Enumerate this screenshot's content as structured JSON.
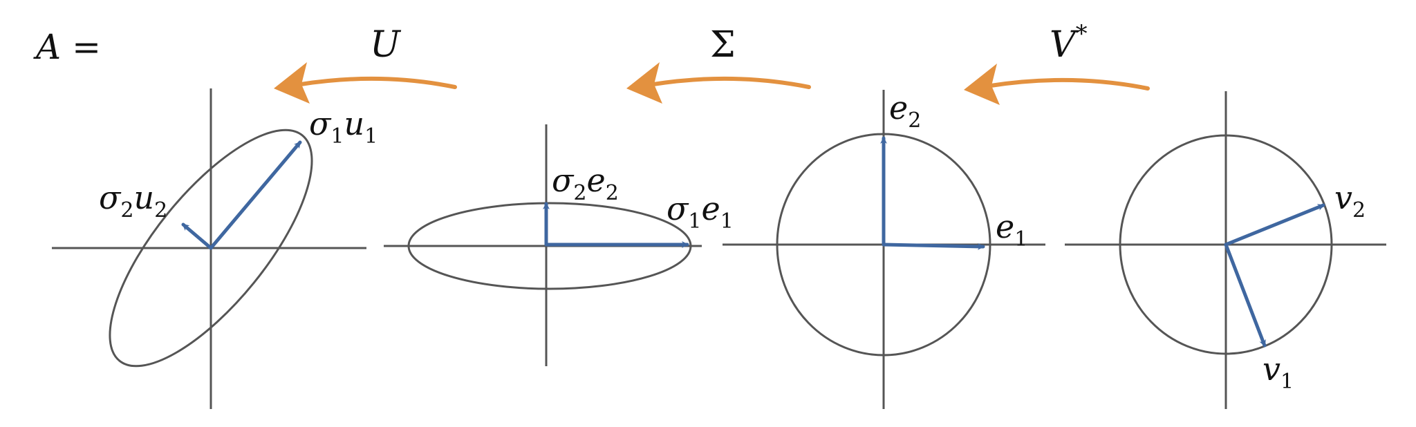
{
  "equation": {
    "lhs": "A",
    "eq": "="
  },
  "transforms": [
    {
      "id": "U",
      "label": "U",
      "sup": ""
    },
    {
      "id": "Sigma",
      "label": "Σ",
      "sup": ""
    },
    {
      "id": "V",
      "label": "V",
      "sup": "*"
    }
  ],
  "panels": {
    "A": {
      "vectors": [
        {
          "label": "σ",
          "sub1": "1",
          "mid": "u",
          "sub2": "1"
        },
        {
          "label": "σ",
          "sub1": "2",
          "mid": "u",
          "sub2": "2"
        }
      ]
    },
    "Sigma": {
      "vectors": [
        {
          "label": "σ",
          "sub1": "1",
          "mid": "e",
          "sub2": "1"
        },
        {
          "label": "σ",
          "sub1": "2",
          "mid": "e",
          "sub2": "2"
        }
      ]
    },
    "E": {
      "vectors": [
        {
          "label": "e",
          "sub1": "1"
        },
        {
          "label": "e",
          "sub1": "2"
        }
      ]
    },
    "V": {
      "vectors": [
        {
          "label": "v",
          "sub1": "1"
        },
        {
          "label": "v",
          "sub1": "2"
        }
      ]
    }
  },
  "colors": {
    "vector": "#3f67a0",
    "transform_arrow": "#e3913f",
    "axis": "#555555"
  }
}
